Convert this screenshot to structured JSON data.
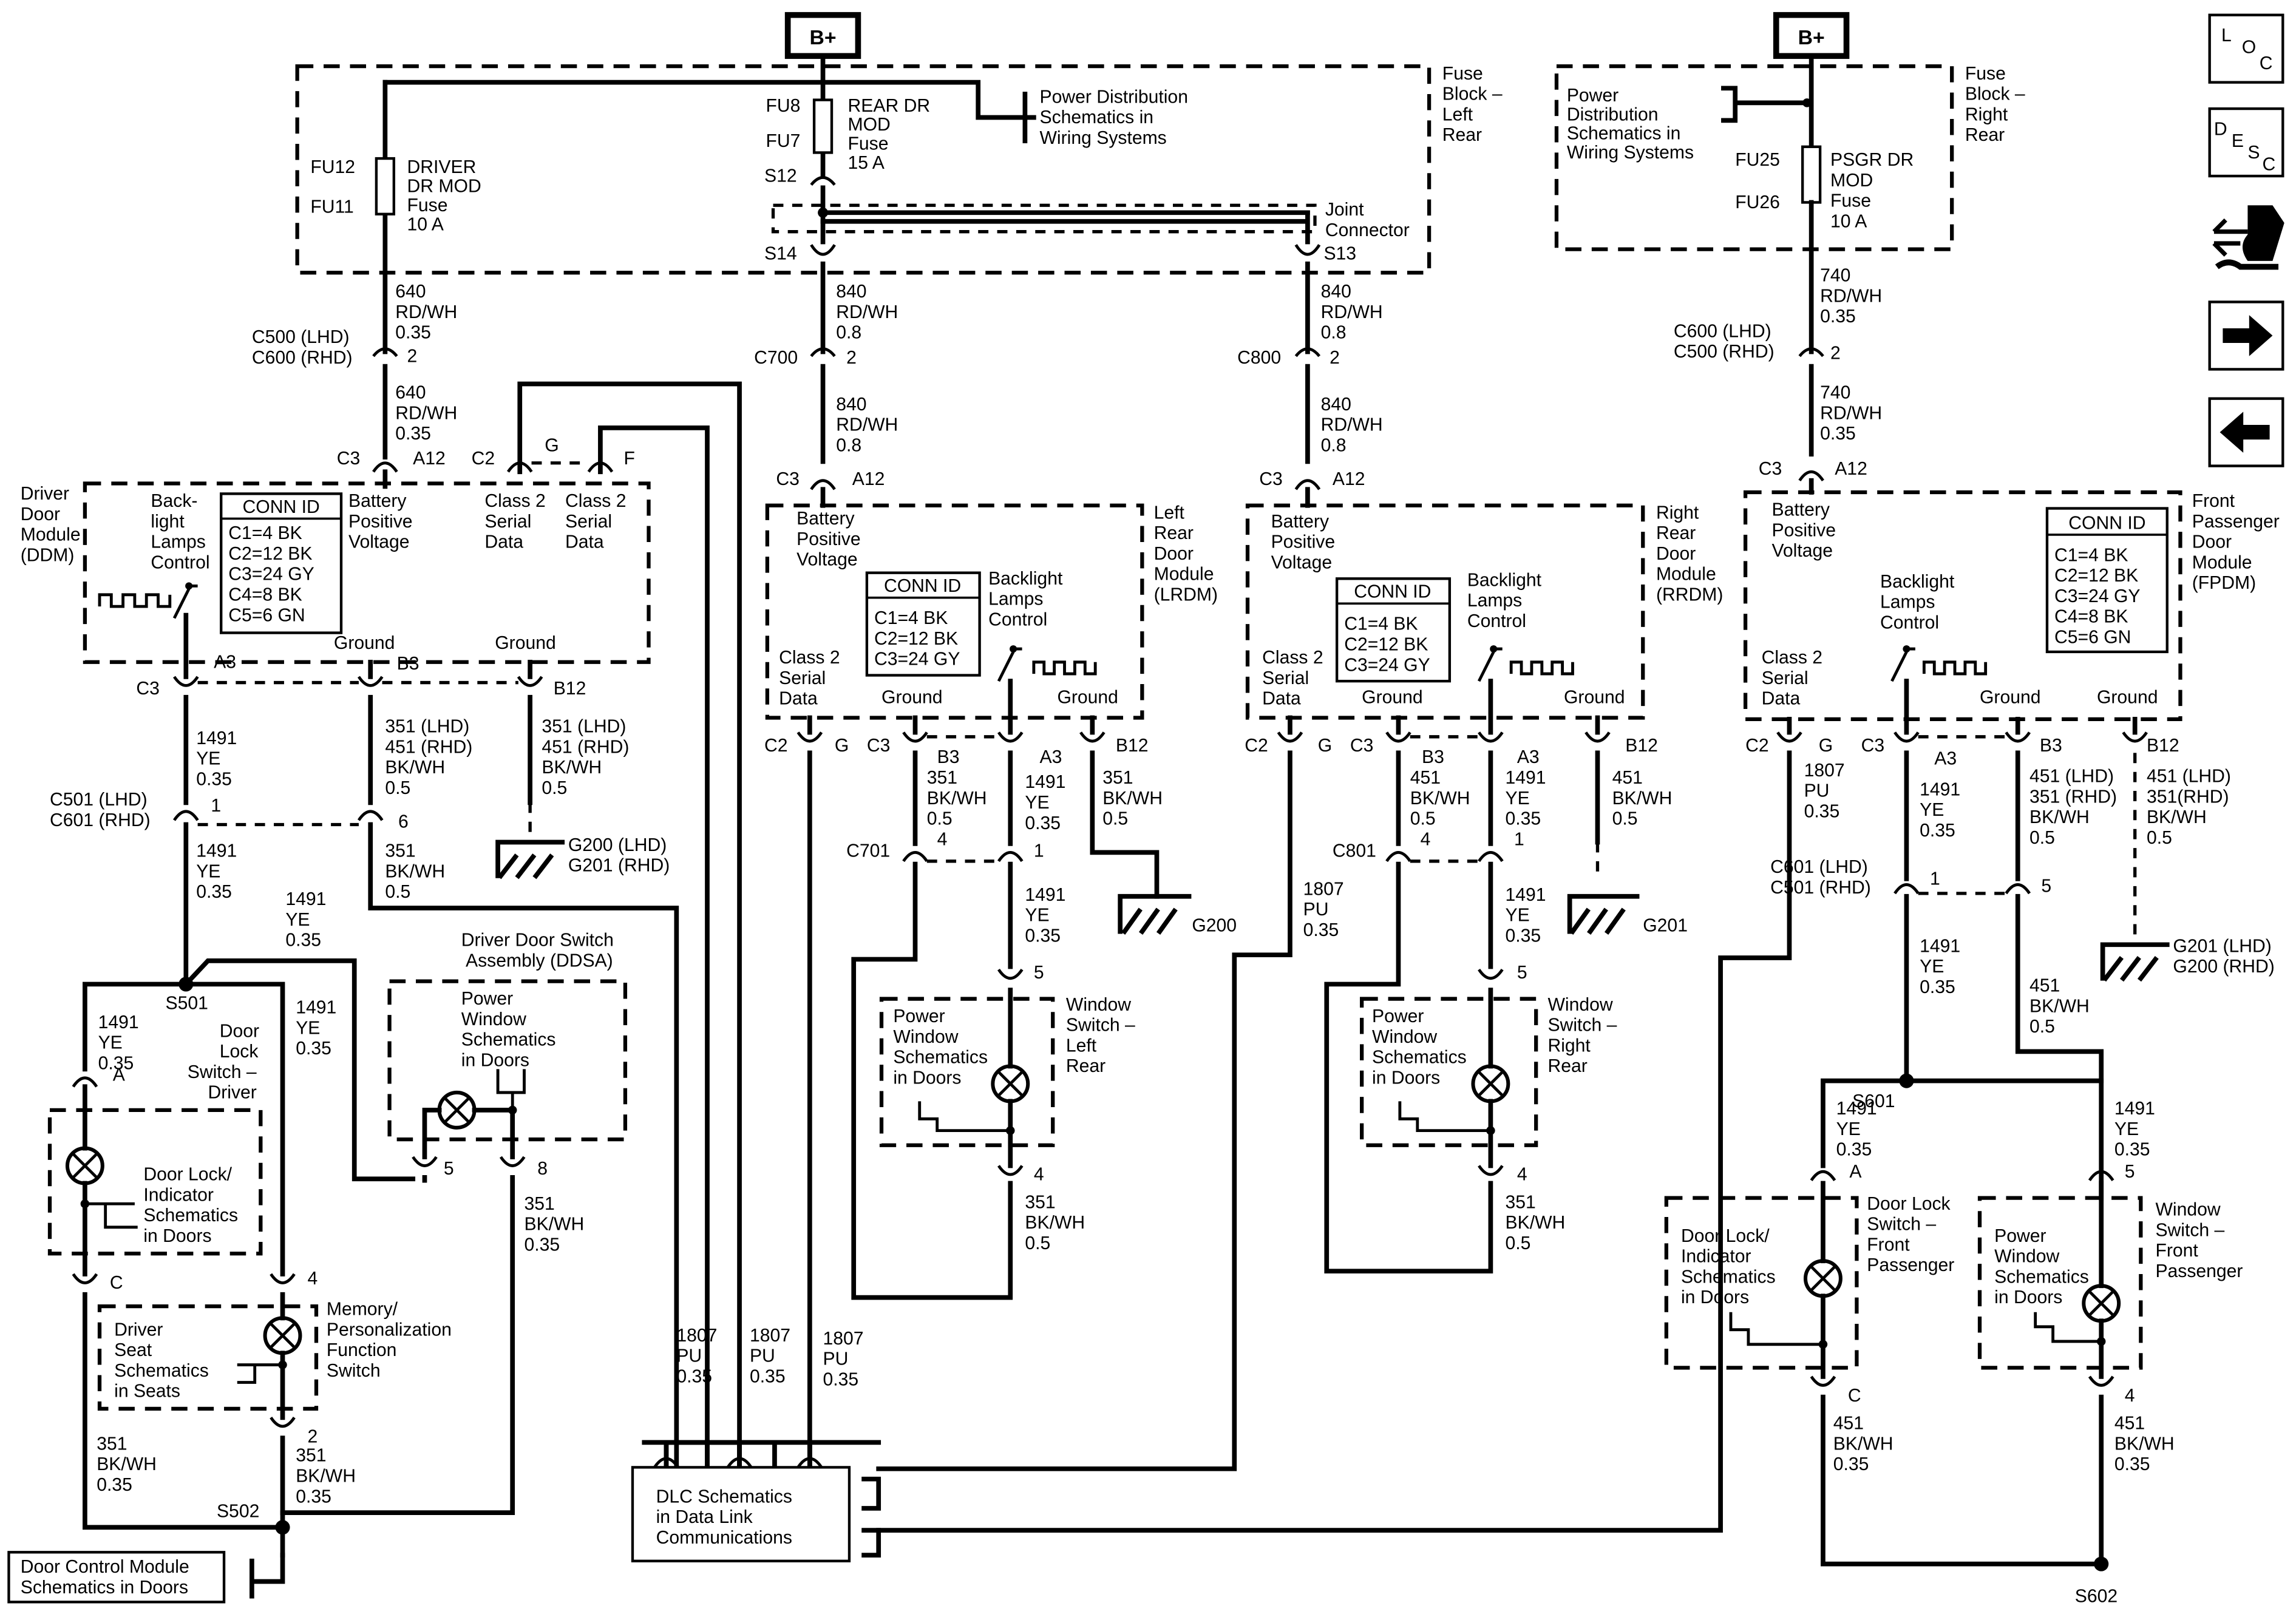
{
  "power": {
    "b_plus_left": "B+",
    "b_plus_right": "B+"
  },
  "fuse_block_left": {
    "title": [
      "Fuse",
      "Block –",
      "Left",
      "Rear"
    ],
    "pds_ref": [
      "Power Distribution",
      "Schematics in",
      "Wiring Systems"
    ],
    "fu12": "FU12",
    "fu11": "FU11",
    "driver_fuse": [
      "DRIVER",
      "DR MOD",
      "Fuse",
      "10 A"
    ],
    "fu8": "FU8",
    "fu7": "FU7",
    "rear_fuse": [
      "REAR DR",
      "MOD",
      "Fuse",
      "15 A"
    ],
    "s12": "S12",
    "s14": "S14",
    "s13": "S13",
    "joint": [
      "Joint",
      "Connector"
    ]
  },
  "fuse_block_right": {
    "title": [
      "Fuse",
      "Block –",
      "Right",
      "Rear"
    ],
    "pds_ref": [
      "Power",
      "Distribution",
      "Schematics in",
      "Wiring Systems"
    ],
    "fu25": "FU25",
    "fu26": "FU26",
    "psgr_fuse": [
      "PSGR DR",
      "MOD",
      "Fuse",
      "10 A"
    ]
  },
  "wires": {
    "w640a": [
      "640",
      "RD/WH",
      "0.35"
    ],
    "w640b": [
      "640",
      "RD/WH",
      "0.35"
    ],
    "w840a": [
      "840",
      "RD/WH",
      "0.8"
    ],
    "w840b": [
      "840",
      "RD/WH",
      "0.8"
    ],
    "w840c": [
      "840",
      "RD/WH",
      "0.8"
    ],
    "w840d": [
      "840",
      "RD/WH",
      "0.8"
    ],
    "w740a": [
      "740",
      "RD/WH",
      "0.35"
    ],
    "w740b": [
      "740",
      "RD/WH",
      "0.35"
    ]
  },
  "connectors": {
    "c500": [
      "C500 (LHD)",
      "C600 (RHD)"
    ],
    "c600": [
      "C600 (LHD)",
      "C500 (RHD)"
    ],
    "c501": [
      "C501 (LHD)",
      "C601 (RHD)"
    ],
    "c601": [
      "C601 (LHD)",
      "C501 (RHD)"
    ],
    "c700": "C700",
    "c800": "C800",
    "c701": "C701",
    "c801": "C801",
    "c3": "C3",
    "c2": "C2",
    "a12": "A12",
    "a3": "A3",
    "b3": "B3",
    "b12": "B12",
    "g": "G",
    "f": "F",
    "p1": "1",
    "p2": "2",
    "p4": "4",
    "p5": "5",
    "p6": "6",
    "p8": "8",
    "pa": "A",
    "pc": "C"
  },
  "ddm": {
    "name": [
      "Driver",
      "Door",
      "Module",
      "(DDM)"
    ],
    "backlight": [
      "Back-",
      "light",
      "Lamps",
      "Control"
    ],
    "conn_id_title": "CONN ID",
    "conn_id": [
      "C1=4 BK",
      "C2=12 BK",
      "C3=24 GY",
      "C4=8 BK",
      "C5=6 GN"
    ],
    "battery": [
      "Battery",
      "Positive",
      "Voltage"
    ],
    "class2": [
      "Class 2",
      "Serial",
      "Data"
    ],
    "ground": "Ground"
  },
  "lrdm": {
    "name": [
      "Left",
      "Rear",
      "Door",
      "Module",
      "(LRDM)"
    ],
    "battery": [
      "Battery",
      "Positive",
      "Voltage"
    ],
    "conn_id_title": "CONN ID",
    "conn_id": [
      "C1=4 BK",
      "C2=12 BK",
      "C3=24 GY"
    ],
    "backlight": [
      "Backlight",
      "Lamps",
      "Control"
    ],
    "class2": [
      "Class 2",
      "Serial",
      "Data"
    ],
    "ground": "Ground"
  },
  "rrdm": {
    "name": [
      "Right",
      "Rear",
      "Door",
      "Module",
      "(RRDM)"
    ],
    "battery": [
      "Battery",
      "Positive",
      "Voltage"
    ],
    "conn_id_title": "CONN ID",
    "conn_id": [
      "C1=4 BK",
      "C2=12 BK",
      "C3=24 GY"
    ],
    "backlight": [
      "Backlight",
      "Lamps",
      "Control"
    ],
    "class2": [
      "Class 2",
      "Serial",
      "Data"
    ],
    "ground": "Ground"
  },
  "fpdm": {
    "name": [
      "Front",
      "Passenger",
      "Door",
      "Module",
      "(FPDM)"
    ],
    "battery": [
      "Battery",
      "Positive",
      "Voltage"
    ],
    "conn_id_title": "CONN ID",
    "conn_id": [
      "C1=4 BK",
      "C2=12 BK",
      "C3=24 GY",
      "C4=8 BK",
      "C5=6 GN"
    ],
    "backlight": [
      "Backlight",
      "Lamps",
      "Control"
    ],
    "class2": [
      "Class 2",
      "Serial",
      "Data"
    ],
    "ground": "Ground"
  },
  "lower_wires": {
    "d1491a": [
      "1491",
      "YE",
      "0.35"
    ],
    "d1491b": [
      "1491",
      "YE",
      "0.35"
    ],
    "d1491c": [
      "1491",
      "YE",
      "0.35"
    ],
    "d1491d": [
      "1491",
      "YE",
      "0.35"
    ],
    "d1491e": [
      "1491",
      "YE",
      "0.35"
    ],
    "ddm_gnd1": [
      "351 (LHD)",
      "451 (RHD)",
      "BK/WH",
      "0.5"
    ],
    "ddm_gnd2": [
      "351 (LHD)",
      "451 (RHD)",
      "BK/WH",
      "0.5"
    ],
    "ddm_351": [
      "351",
      "BK/WH",
      "0.5"
    ],
    "ddsa_351": [
      "351",
      "BK/WH",
      "0.35"
    ],
    "seat_351": [
      "351",
      "BK/WH",
      "0.35"
    ],
    "s502_351": [
      "351",
      "BK/WH",
      "0.35"
    ],
    "l351a": [
      "351",
      "BK/WH",
      "0.5"
    ],
    "l351b": [
      "351",
      "BK/WH",
      "0.5"
    ],
    "l1491a": [
      "1491",
      "YE",
      "0.35"
    ],
    "l1491b": [
      "1491",
      "YE",
      "0.35"
    ],
    "l351c": [
      "351",
      "BK/WH",
      "0.5"
    ],
    "r451a": [
      "451",
      "BK/WH",
      "0.5"
    ],
    "r451b": [
      "451",
      "BK/WH",
      "0.5"
    ],
    "r1491a": [
      "1491",
      "YE",
      "0.35"
    ],
    "r1491b": [
      "1491",
      "YE",
      "0.35"
    ],
    "r351c": [
      "351",
      "BK/WH",
      "0.5"
    ],
    "r1807": [
      "1807",
      "PU",
      "0.35"
    ],
    "f1807": [
      "1807",
      "PU",
      "0.35"
    ],
    "f1491a": [
      "1491",
      "YE",
      "0.35"
    ],
    "f1491b": [
      "1491",
      "YE",
      "0.35"
    ],
    "f_gnd1": [
      "451 (LHD)",
      "351 (RHD)",
      "BK/WH",
      "0.5"
    ],
    "f_gnd2": [
      "451 (LHD)",
      "351(RHD)",
      "BK/WH",
      "0.5"
    ],
    "f451": [
      "451",
      "BK/WH",
      "0.5"
    ],
    "fs1491a": [
      "1491",
      "YE",
      "0.35"
    ],
    "fs1491b": [
      "1491",
      "YE",
      "0.35"
    ],
    "fs451a": [
      "451",
      "BK/WH",
      "0.35"
    ],
    "fs451b": [
      "451",
      "BK/WH",
      "0.35"
    ],
    "dlc1807a": [
      "1807",
      "PU",
      "0.35"
    ],
    "dlc1807b": [
      "1807",
      "PU",
      "0.35"
    ],
    "dlc1807c": [
      "1807",
      "PU",
      "0.35"
    ]
  },
  "grounds": {
    "g200_201": [
      "G200 (LHD)",
      "G201 (RHD)"
    ],
    "g200": "G200",
    "g201": "G201",
    "g201_200": [
      "G201 (LHD)",
      "G200 (RHD)"
    ]
  },
  "splices": {
    "s501": "S501",
    "s502": "S502",
    "s601": "S601",
    "s602": "S602"
  },
  "components": {
    "door_lock_driver": [
      "Door",
      "Lock",
      "Switch –",
      "Driver"
    ],
    "door_lock_ind": [
      "Door Lock/",
      "Indicator",
      "Schematics",
      "in Doors"
    ],
    "ddsa": [
      "Driver Door Switch",
      "Assembly (DDSA)"
    ],
    "pw_doors": [
      "Power",
      "Window",
      "Schematics",
      "in Doors"
    ],
    "seat": [
      "Driver",
      "Seat",
      "Schematics",
      "in Seats"
    ],
    "memory": [
      "Memory/",
      "Personalization",
      "Function",
      "Switch"
    ],
    "dcm": [
      "Door Control Module",
      "Schematics in Doors"
    ],
    "pw_lr": [
      "Power",
      "Window",
      "Schematics",
      "in Doors"
    ],
    "ws_lr": [
      "Window",
      "Switch –",
      "Left",
      "Rear"
    ],
    "pw_rr": [
      "Power",
      "Window",
      "Schematics",
      "in Doors"
    ],
    "ws_rr": [
      "Window",
      "Switch –",
      "Right",
      "Rear"
    ],
    "dlc": [
      "DLC Schematics",
      "in Data Link",
      "Communications"
    ],
    "dl_fp_box": [
      "Door Lock/",
      "Indicator",
      "Schematics",
      "in Doors"
    ],
    "dl_fp": [
      "Door Lock",
      "Switch –",
      "Front",
      "Passenger"
    ],
    "pw_fp_box": [
      "Power",
      "Window",
      "Schematics",
      "in Doors"
    ],
    "ws_fp": [
      "Window",
      "Switch –",
      "Front",
      "Passenger"
    ]
  },
  "nav": {
    "loc": [
      "L",
      "O",
      "C"
    ],
    "desc": [
      "D",
      "E",
      "S",
      "C"
    ],
    "icons": [
      "connector-tool-icon",
      "arrow-right-icon",
      "arrow-left-icon"
    ]
  }
}
